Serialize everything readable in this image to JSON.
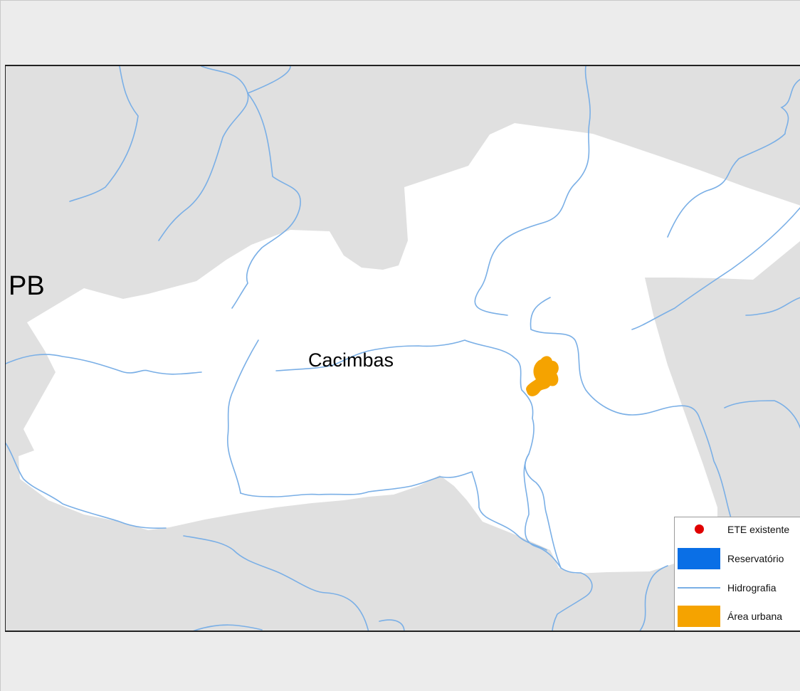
{
  "map": {
    "state_label": "PB",
    "place_label": "Cacimbas"
  },
  "colors": {
    "outside": "#e0e0e0",
    "municipality": "#ffffff",
    "river": "#7aafe6",
    "urban": "#f5a300",
    "ete": "#e00000",
    "reservoir": "#0a6fe6"
  },
  "legend": {
    "items": [
      {
        "label": "ETE existente",
        "symbol": "dot",
        "color": "#e00000"
      },
      {
        "label": "Reservatório",
        "symbol": "rect",
        "color": "#0a6fe6"
      },
      {
        "label": "Hidrografia",
        "symbol": "line",
        "color": "#7aafe6"
      },
      {
        "label": "Área urbana",
        "symbol": "rect",
        "color": "#f5a300"
      }
    ]
  }
}
